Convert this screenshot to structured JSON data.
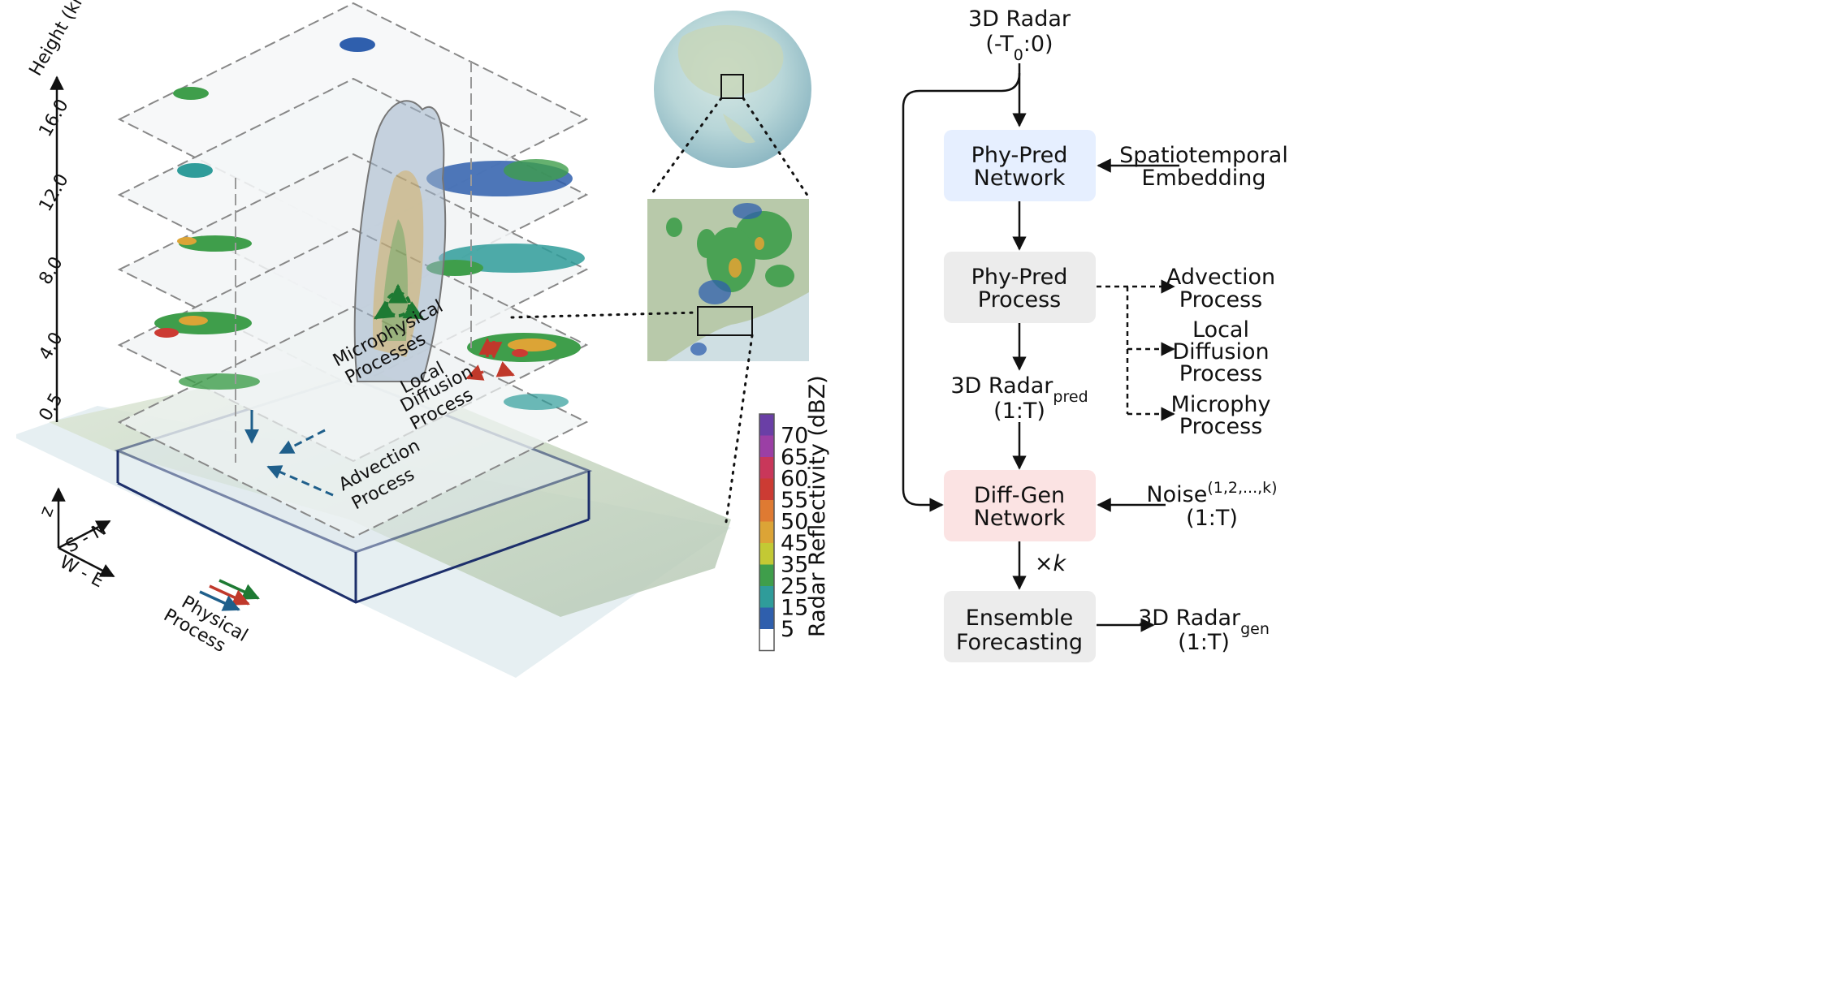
{
  "colors": {
    "phy_pred_network": "#e6efff",
    "phy_pred_process": "#ececec",
    "diff_gen_network": "#fbe3e3",
    "ensemble": "#ececec",
    "advection_arrow": "#1f5f8b",
    "diffusion_arrow": "#c0392b",
    "microphysics_arrow": "#1e7a33"
  },
  "left_panel": {
    "height_axis": {
      "title": "Height (km)",
      "ticks": [
        "16.0",
        "12.0",
        "8.0",
        "4.0",
        "0.5"
      ]
    },
    "process_labels": {
      "microphysical_1": "Microphysical",
      "microphysical_2": "Processes",
      "diffusion_1": "Local",
      "diffusion_2": "Diffusion",
      "diffusion_3": "Process",
      "advection_1": "Advection",
      "advection_2": "Process"
    },
    "compass": {
      "z": "z",
      "sn": "S - N",
      "we": "W - E"
    },
    "legend": {
      "line1": "Physical",
      "line2": "Process"
    }
  },
  "colorbar": {
    "title": "Radar Reflectivity (dBZ)",
    "ticks": [
      "70",
      "65",
      "60",
      "55",
      "50",
      "45",
      "35",
      "25",
      "15",
      "5"
    ],
    "colors": [
      "#6a3fa6",
      "#9b3fa5",
      "#c9375a",
      "#cc3b33",
      "#df7a32",
      "#dca436",
      "#c3c934",
      "#3f9e4b",
      "#2f9c9a",
      "#2f5fad",
      "#ffffff"
    ]
  },
  "flowchart": {
    "input_line1": "3D Radar",
    "input_line2_prefix": "(-T",
    "input_line2_sub": "0",
    "input_line2_suffix": ":0)",
    "phy_pred_network_1": "Phy-Pred",
    "phy_pred_network_2": "Network",
    "spatiotemporal_1": "Spatiotemporal",
    "spatiotemporal_2": "Embedding",
    "phy_pred_process_1": "Phy-Pred",
    "phy_pred_process_2": "Process",
    "advection_1": "Advection",
    "advection_2": "Process",
    "local_1": "Local",
    "local_2": "Diffusion",
    "local_3": "Process",
    "micro_1": "Microphy",
    "micro_2": "Process",
    "radar_pred_main": "3D Radar",
    "radar_pred_sub": "pred",
    "radar_pred_range": "(1:T)",
    "diff_gen_1": "Diff-Gen",
    "diff_gen_2": "Network",
    "noise_main": "Noise",
    "noise_sup": "(1,2,...,k)",
    "noise_range": "(1:T)",
    "times_k": "×k",
    "ensemble_1": "Ensemble",
    "ensemble_2": "Forecasting",
    "radar_gen_main": "3D Radar",
    "radar_gen_sub": "gen",
    "radar_gen_range": "(1:T)"
  }
}
